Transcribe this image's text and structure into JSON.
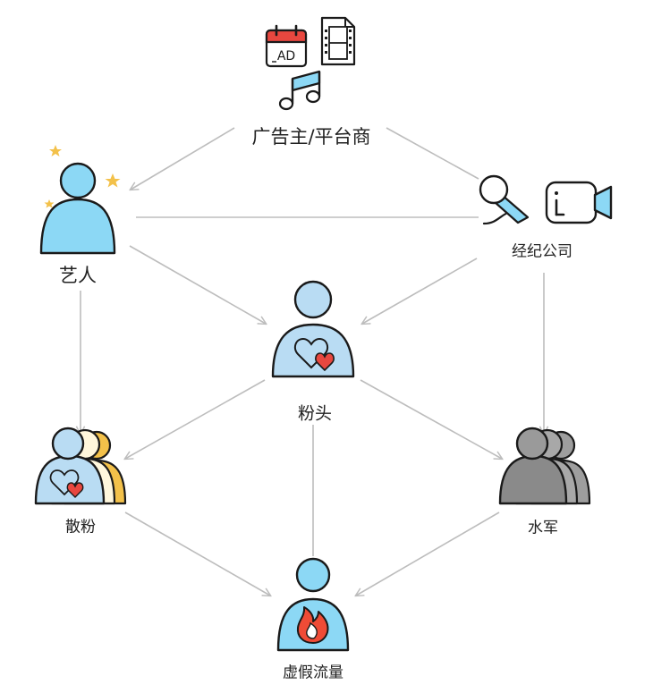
{
  "nodes": {
    "advertiser": {
      "label": "广告主/平台商"
    },
    "artist": {
      "label": "艺人"
    },
    "agency": {
      "label": "经纪公司"
    },
    "fan_leader": {
      "label": "粉头"
    },
    "casual_fans": {
      "label": "散粉"
    },
    "water_army": {
      "label": "水军"
    },
    "fake_traffic": {
      "label": "虚假流量"
    }
  },
  "icons": {
    "calendar_badge": "AD"
  },
  "colors": {
    "person_blue": "#8cd8f5",
    "light_blue": "#b9dcf3",
    "gray_crowd": "#9e9e9e",
    "gold": "#f3c14a",
    "heart_red": "#e8473f",
    "fire_red": "#ef4b36",
    "arrow": "#bdbdbd",
    "outline": "#1a1a1a"
  }
}
